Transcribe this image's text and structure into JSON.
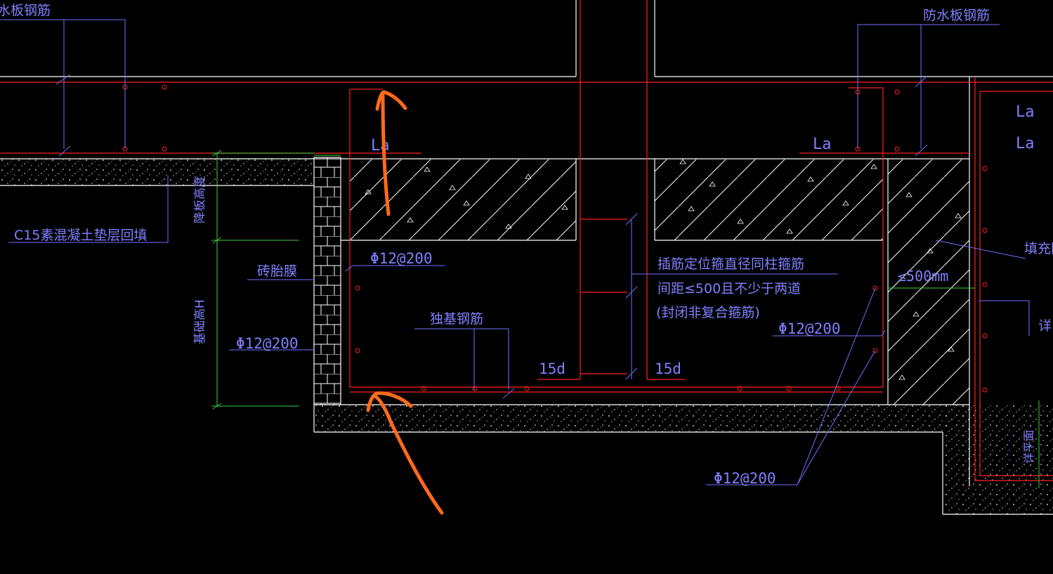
{
  "labels": {
    "waterproof_rebar_left": "水板钢筋",
    "waterproof_rebar_right": "防水板钢筋",
    "c15_backfill": "C15素混凝土垫层回填",
    "slab_drop_height": "降板高度",
    "brick_formwork": "砖胎膜",
    "foundation_height": "基础高H",
    "spacing_upper_left": "Φ12@200",
    "spacing_lower_left": "Φ12@200",
    "isolated_footing_rebar": "独基钢筋",
    "dowel_stirrup_line1": "插筋定位箍直径同柱箍筋",
    "dowel_stirrup_line2": "间距≤500且不少于两道",
    "dowel_stirrup_line3": "(封闭非复合箍筋)",
    "spacing_right": "Φ12@200",
    "spacing_bottom": "Φ12@200",
    "anchor_15d_left": "15d",
    "anchor_15d_right": "15d",
    "la_left": "La",
    "la_mid": "La",
    "la_right_top": "La",
    "la_right_bottom": "La",
    "max_500mm": "≤500mm",
    "fill_partial": "填充図",
    "detail_partial": "详",
    "detail_plan": "详平面"
  },
  "colors": {
    "background": "#000000",
    "outline": "#ffffff",
    "rebar": "#ff2020",
    "annotation": "#8080ff",
    "dimension": "#40d040",
    "markup_arrow": "#ff6a1a"
  }
}
